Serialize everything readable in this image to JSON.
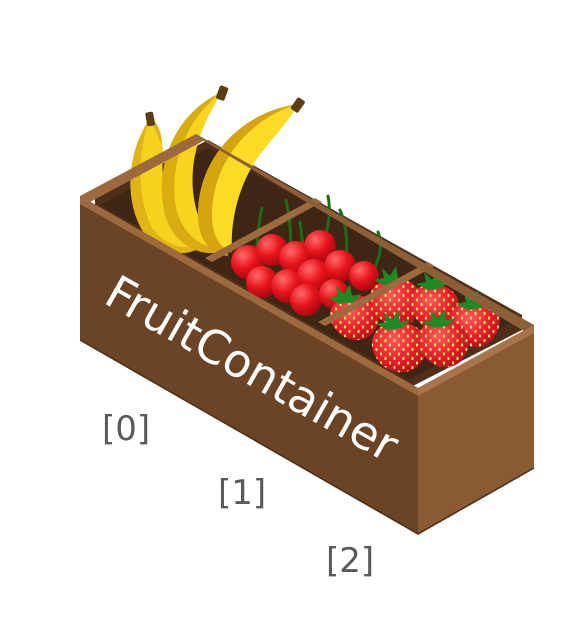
{
  "container_label": "FruitContainer",
  "indices": [
    "[0]",
    "[1]",
    "[2]"
  ],
  "compartments": [
    {
      "fruit": "banana-icon"
    },
    {
      "fruit": "cherry-icon"
    },
    {
      "fruit": "strawberry-icon"
    }
  ],
  "colors": {
    "wood_front": "#6b4426",
    "wood_side": "#8a5a32",
    "wood_top_edge": "#9c6a3c",
    "wood_inner": "#4e301a",
    "banana": "#f2c419",
    "cherry": "#e8141c",
    "strawberry": "#e61e2a",
    "leaf": "#1e8a24",
    "index_text": "#5a5a5a"
  }
}
